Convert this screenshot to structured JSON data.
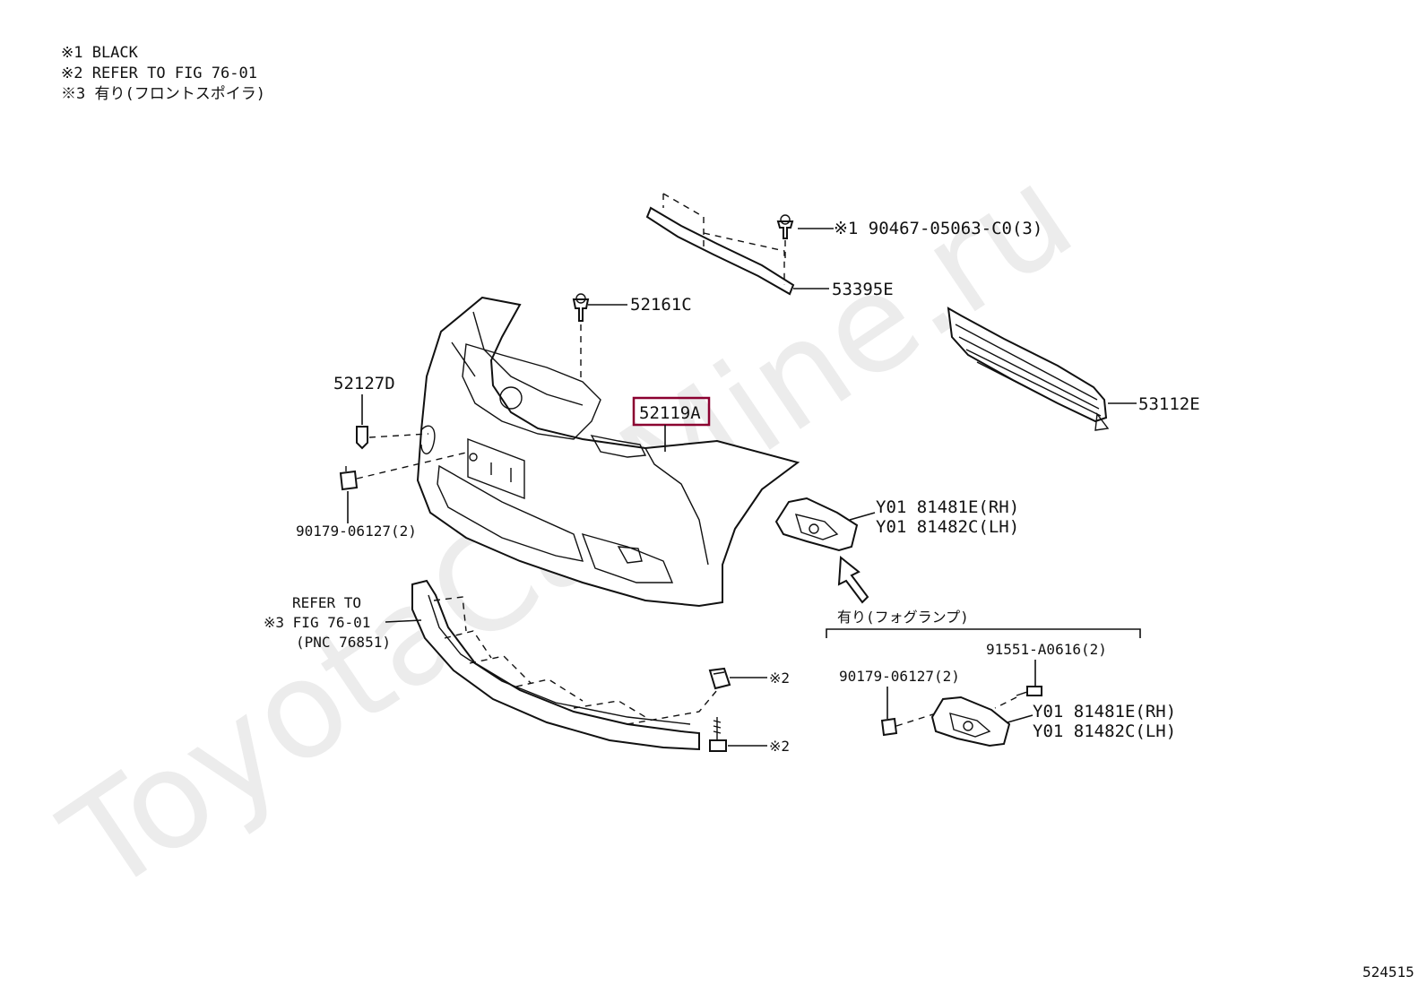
{
  "notes": [
    "※1 BLACK",
    "※2 REFER TO FIG 76-01",
    "※3 有り(フロントスポイラ)"
  ],
  "watermark": "ToyotaCarMine.ru",
  "figure_number": "524515",
  "highlight_color": "#8b0030",
  "labels": {
    "clip_1": "※1 90467-05063-C0(3)",
    "p53395e": "53395E",
    "p52161c": "52161C",
    "p53112e": "53112E",
    "p52127d": "52127D",
    "p52119a": "52119A",
    "p90179_left": "90179-06127(2)",
    "y01_rh_upper": "Y01 81481E(RH)",
    "y01_lh_upper": "Y01 81482C(LH)",
    "refer_line1": "REFER TO",
    "refer_line2": "※3 FIG 76-01",
    "refer_line3": "(PNC 76851)",
    "note2_upper": "※2",
    "note2_lower": "※2",
    "fog_group": "有り(フォグランプ)",
    "p91551": "91551-A0616(2)",
    "p90179_right": "90179-06127(2)",
    "y01_rh_lower": "Y01 81481E(RH)",
    "y01_lh_lower": "Y01 81482C(LH)"
  },
  "icons": [
    "clip-icon",
    "screw-icon",
    "bolt-icon",
    "nut-icon",
    "arrow-icon"
  ]
}
